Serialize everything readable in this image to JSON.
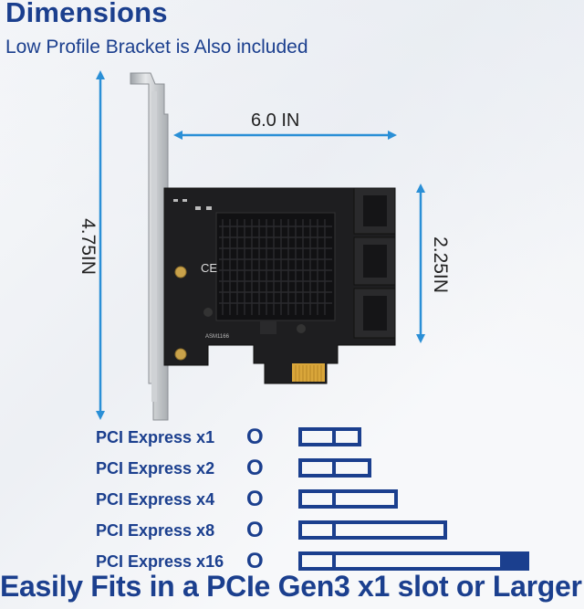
{
  "header": {
    "title": "Dimensions",
    "subtitle": "Low Profile Bracket is Also included"
  },
  "dimensions": {
    "width_label": "6.0 IN",
    "height_label": "4.75IN",
    "board_height_label": "2.25IN"
  },
  "colors": {
    "brand_blue": "#1b3f8e",
    "arrow_blue": "#2a8fd6",
    "pcb": "#1c1c1e",
    "gold": "#d9a63a"
  },
  "compatibility": {
    "rows": [
      {
        "label": "PCI Express x1",
        "marker": "O"
      },
      {
        "label": "PCI Express x2",
        "marker": "O"
      },
      {
        "label": "PCI Express x4",
        "marker": "O"
      },
      {
        "label": "PCI Express x8",
        "marker": "O"
      },
      {
        "label": "PCI Express x16",
        "marker": "O"
      }
    ]
  },
  "footer": {
    "text": "Easily Fits in a PCIe Gen3 x1 slot or Larger"
  }
}
